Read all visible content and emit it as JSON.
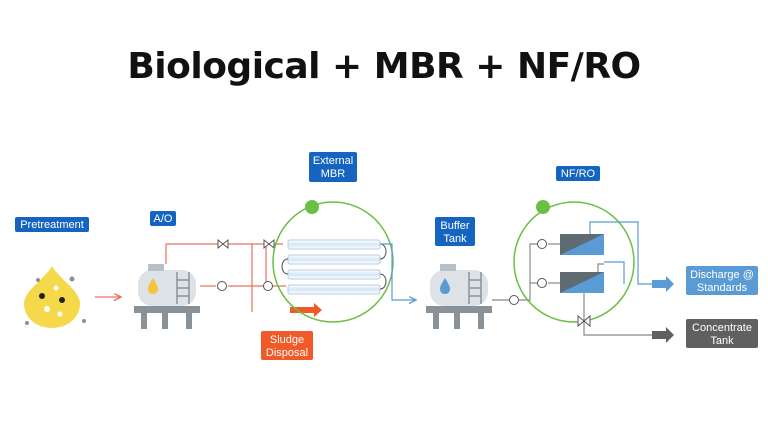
{
  "title": "Biological + MBR + NF/RO",
  "labels": {
    "pretreatment": "Pretreatment",
    "ao": "A/O",
    "external_mbr_1": "External",
    "external_mbr_2": "MBR",
    "sludge_1": "Sludge",
    "sludge_2": "Disposal",
    "buffer_1": "Buffer",
    "buffer_2": "Tank",
    "nfro": "NF/RO",
    "discharge_1": "Discharge @",
    "discharge_2": "Standards",
    "concentrate_1": "Concentrate",
    "concentrate_2": "Tank"
  },
  "colors": {
    "label_blue": "#1565c0",
    "label_orange": "#f05a28",
    "label_lightblue": "#5b9bd5",
    "label_gray": "#606060",
    "flow_red": "#e8735a",
    "flow_blue": "#5b9bd5",
    "circle_green": "#6cbf45",
    "tank_gray": "#8a9299"
  }
}
